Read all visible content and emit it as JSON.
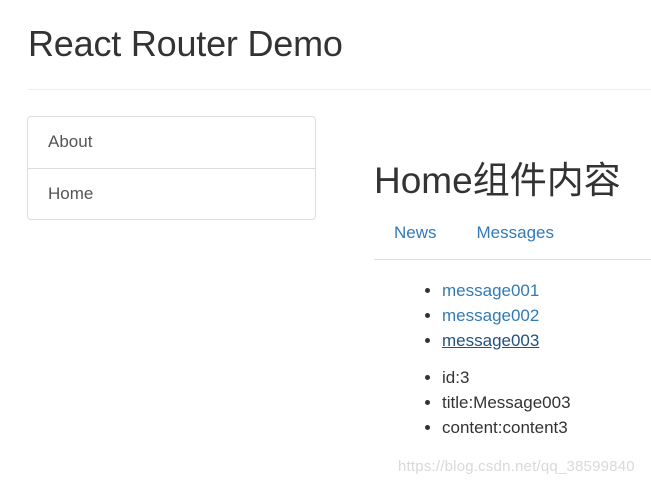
{
  "header": {
    "title": "React Router Demo"
  },
  "sidebar": {
    "items": [
      {
        "label": "About"
      },
      {
        "label": "Home"
      }
    ]
  },
  "main": {
    "title": "Home组件内容",
    "tabs": [
      {
        "label": "News"
      },
      {
        "label": "Messages"
      }
    ],
    "messages": [
      {
        "label": "message001"
      },
      {
        "label": "message002"
      },
      {
        "label": "message003",
        "active": true
      }
    ],
    "detail": {
      "id": "id:3",
      "title": "title:Message003",
      "content": "content:content3"
    }
  },
  "watermark": "https://blog.csdn.net/qq_38599840",
  "colors": {
    "link": "#337ab7",
    "link_active": "#23527c",
    "text": "#333333",
    "border": "#dddddd"
  }
}
